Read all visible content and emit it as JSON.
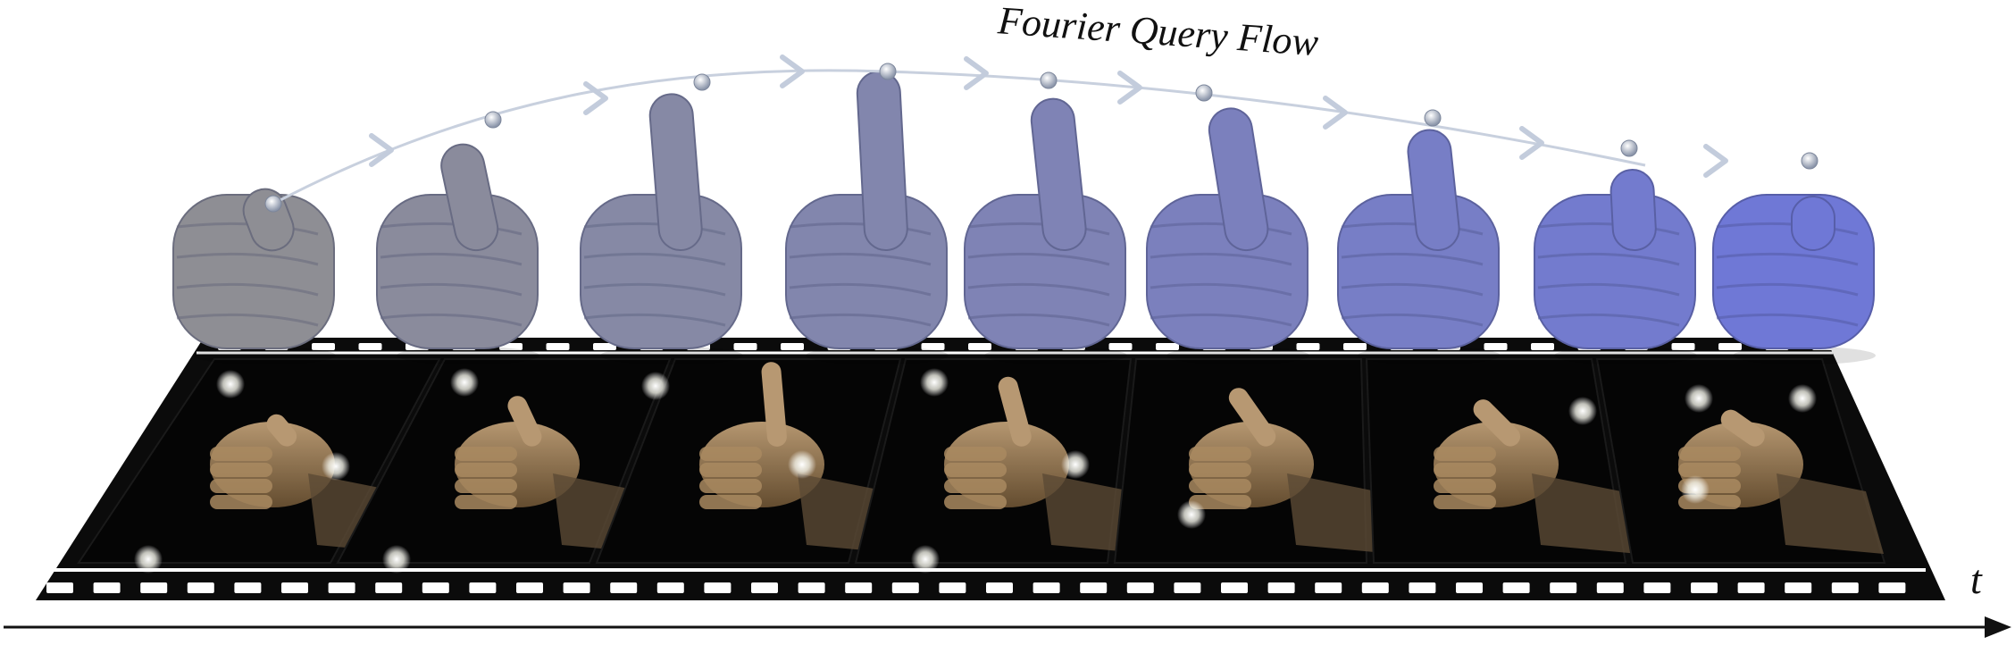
{
  "flow_title": "Fourier Query Flow",
  "time_axis_label": "t",
  "frame_count": 7,
  "hand_mesh_count": 9,
  "colors": {
    "mesh_start": "#8e8e94",
    "mesh_end": "#6f78d6",
    "film": "#0b0b0b",
    "flow_arrow": "#c3ccdc",
    "axis": "#111111"
  }
}
